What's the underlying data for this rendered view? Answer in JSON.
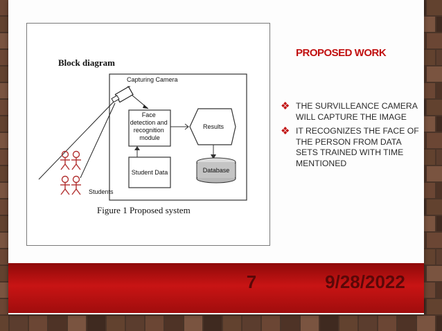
{
  "slide": {
    "title": "PROPOSED WORK",
    "bullets": [
      {
        "icon": "diamond-bullet-icon",
        "text": "THE SURVILLEANCE CAMERA WILL CAPTURE THE IMAGE"
      },
      {
        "icon": "diamond-bullet-icon",
        "text": "IT RECOGNIZES THE FACE OF THE PERSON FROM DATA SETS TRAINED WITH TIME MENTIONED"
      }
    ],
    "footer": {
      "slide_number": "7",
      "date": "9/28/2022"
    }
  },
  "figure": {
    "heading": "Block diagram",
    "caption": "Figure 1 Proposed system",
    "nodes": {
      "camera": "Capturing Camera",
      "face_module": [
        "Face",
        "detection and",
        "recognition",
        "module"
      ],
      "results": "Results",
      "student_data": "Student Data",
      "database": "Database",
      "students": "Students"
    }
  },
  "colors": {
    "accent": "#c11010",
    "footer_red": "#c81414",
    "footer_text": "#5a0808"
  }
}
